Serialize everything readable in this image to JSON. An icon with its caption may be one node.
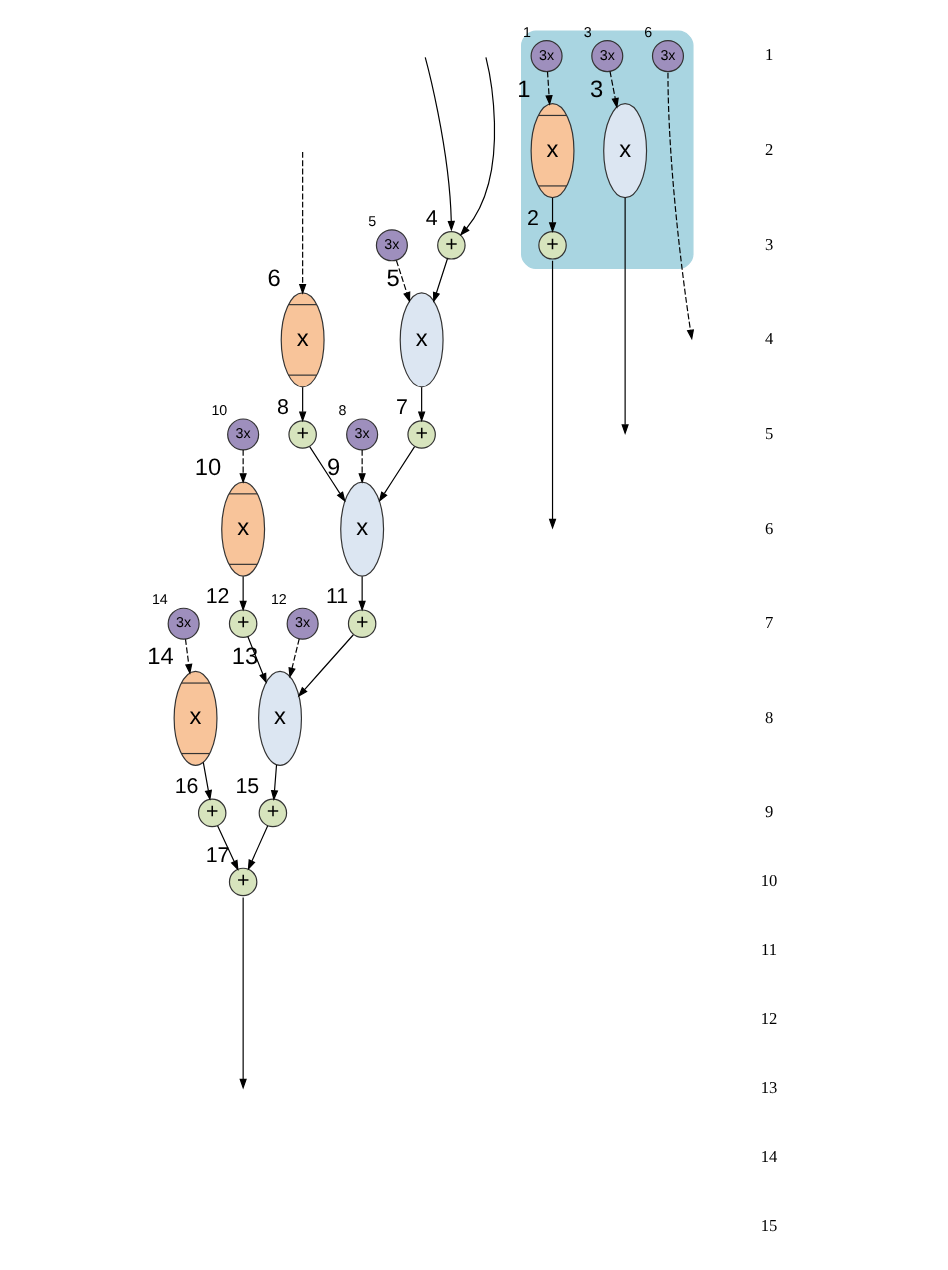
{
  "diagram": {
    "nodes": [
      {
        "text": [
          "+"
        ],
        "beside": [
          "4"
        ]
      },
      {
        "text": [
          "3x"
        ],
        "beside": [
          "5"
        ]
      },
      {
        "text": [
          "x"
        ],
        "beside": [
          "5"
        ]
      },
      {
        "text": [
          "x"
        ],
        "beside": [
          "6"
        ]
      },
      {
        "text": [
          "3x"
        ],
        "beside": [
          "10"
        ]
      },
      {
        "text": [
          "+"
        ],
        "beside": [
          "8"
        ]
      },
      {
        "text": [
          "x"
        ],
        "beside": [
          "10"
        ]
      },
      {
        "text": [
          "3x"
        ],
        "beside": [
          "8"
        ]
      },
      {
        "text": [
          "+"
        ],
        "beside": [
          "7"
        ]
      },
      {
        "text": [
          "x"
        ],
        "beside": [
          "9"
        ]
      },
      {
        "text": [
          "3x"
        ],
        "beside": [
          "14"
        ]
      },
      {
        "text": [
          "+"
        ],
        "beside": [
          "12"
        ]
      },
      {
        "text": [
          "x"
        ],
        "beside": [
          "14"
        ]
      },
      {
        "text": [
          "3x"
        ],
        "beside": [
          "12"
        ]
      },
      {
        "text": [
          "+"
        ],
        "beside": [
          "11"
        ]
      },
      {
        "text": [],
        "shape": "box"
      },
      {
        "text": [
          "3x"
        ],
        "beside": [
          "1"
        ],
        "in": 15
      },
      {
        "text": [
          "x"
        ],
        "beside": [
          "13"
        ]
      },
      {
        "text": [
          "x"
        ],
        "beside": [
          "1"
        ],
        "in": 15
      },
      {
        "text": [
          "+"
        ],
        "beside": [
          "16"
        ]
      },
      {
        "text": [
          "3x"
        ],
        "beside": [
          "3"
        ],
        "in": 15
      },
      {
        "text": [
          "+"
        ],
        "beside": [
          "2"
        ],
        "in": 15
      },
      {
        "text": [
          "+"
        ],
        "beside": [
          "15"
        ]
      },
      {
        "text": [
          "3x"
        ],
        "beside": [
          "6"
        ],
        "in": 15
      },
      {
        "text": [
          "x"
        ],
        "beside": [
          "3"
        ],
        "in": 15
      },
      {
        "text": [
          "+"
        ],
        "beside": [
          "17"
        ]
      }
    ],
    "edges": [
      {
        "from": null,
        "to": 0,
        "arrow": "to"
      },
      {
        "from": null,
        "to": 0,
        "arrow": "to"
      },
      {
        "from": null,
        "to": 3,
        "arrow": "to",
        "style": "dashed"
      },
      {
        "from": 0,
        "to": 2,
        "arrow": "to"
      },
      {
        "from": 1,
        "to": 2,
        "arrow": "to",
        "style": "dashed"
      },
      {
        "from": 3,
        "to": 5,
        "arrow": "to"
      },
      {
        "from": 2,
        "to": 8,
        "arrow": "to"
      },
      {
        "from": 5,
        "to": 9,
        "arrow": "to"
      },
      {
        "from": 8,
        "to": 9,
        "arrow": "to"
      },
      {
        "from": 7,
        "to": 9,
        "arrow": "to",
        "style": "dashed"
      },
      {
        "from": 4,
        "to": 6,
        "arrow": "to",
        "style": "dashed"
      },
      {
        "from": 6,
        "to": 11,
        "arrow": "to"
      },
      {
        "from": 10,
        "to": 12,
        "arrow": "to",
        "style": "dashed"
      },
      {
        "from": 9,
        "to": 14,
        "arrow": "to"
      },
      {
        "from": 11,
        "to": 17,
        "arrow": "to"
      },
      {
        "from": 14,
        "to": 17,
        "arrow": "to"
      },
      {
        "from": 13,
        "to": 17,
        "arrow": "to",
        "style": "dashed"
      },
      {
        "from": 12,
        "to": 19,
        "arrow": "to"
      },
      {
        "from": 16,
        "to": 18,
        "arrow": "to",
        "style": "dashed"
      },
      {
        "from": 18,
        "to": 21,
        "arrow": "to"
      },
      {
        "from": 20,
        "to": 24,
        "arrow": "to",
        "style": "dashed"
      },
      {
        "from": 17,
        "to": 22,
        "arrow": "to"
      },
      {
        "from": 22,
        "to": 25,
        "arrow": "to"
      },
      {
        "from": 19,
        "to": 25,
        "arrow": "to"
      },
      {
        "from": 25,
        "to": null,
        "arrow": "to"
      },
      {
        "from": 24,
        "to": null,
        "arrow": "to"
      },
      {
        "from": 21,
        "to": null,
        "arrow": "to"
      },
      {
        "from": 23,
        "to": null,
        "arrow": "to",
        "style": "dashed"
      }
    ],
    "labels": [
      "1",
      "2",
      "3",
      "4",
      "5",
      "6",
      "7",
      "8",
      "9",
      "10",
      "11",
      "12",
      "13",
      "14",
      "15"
    ]
  }
}
